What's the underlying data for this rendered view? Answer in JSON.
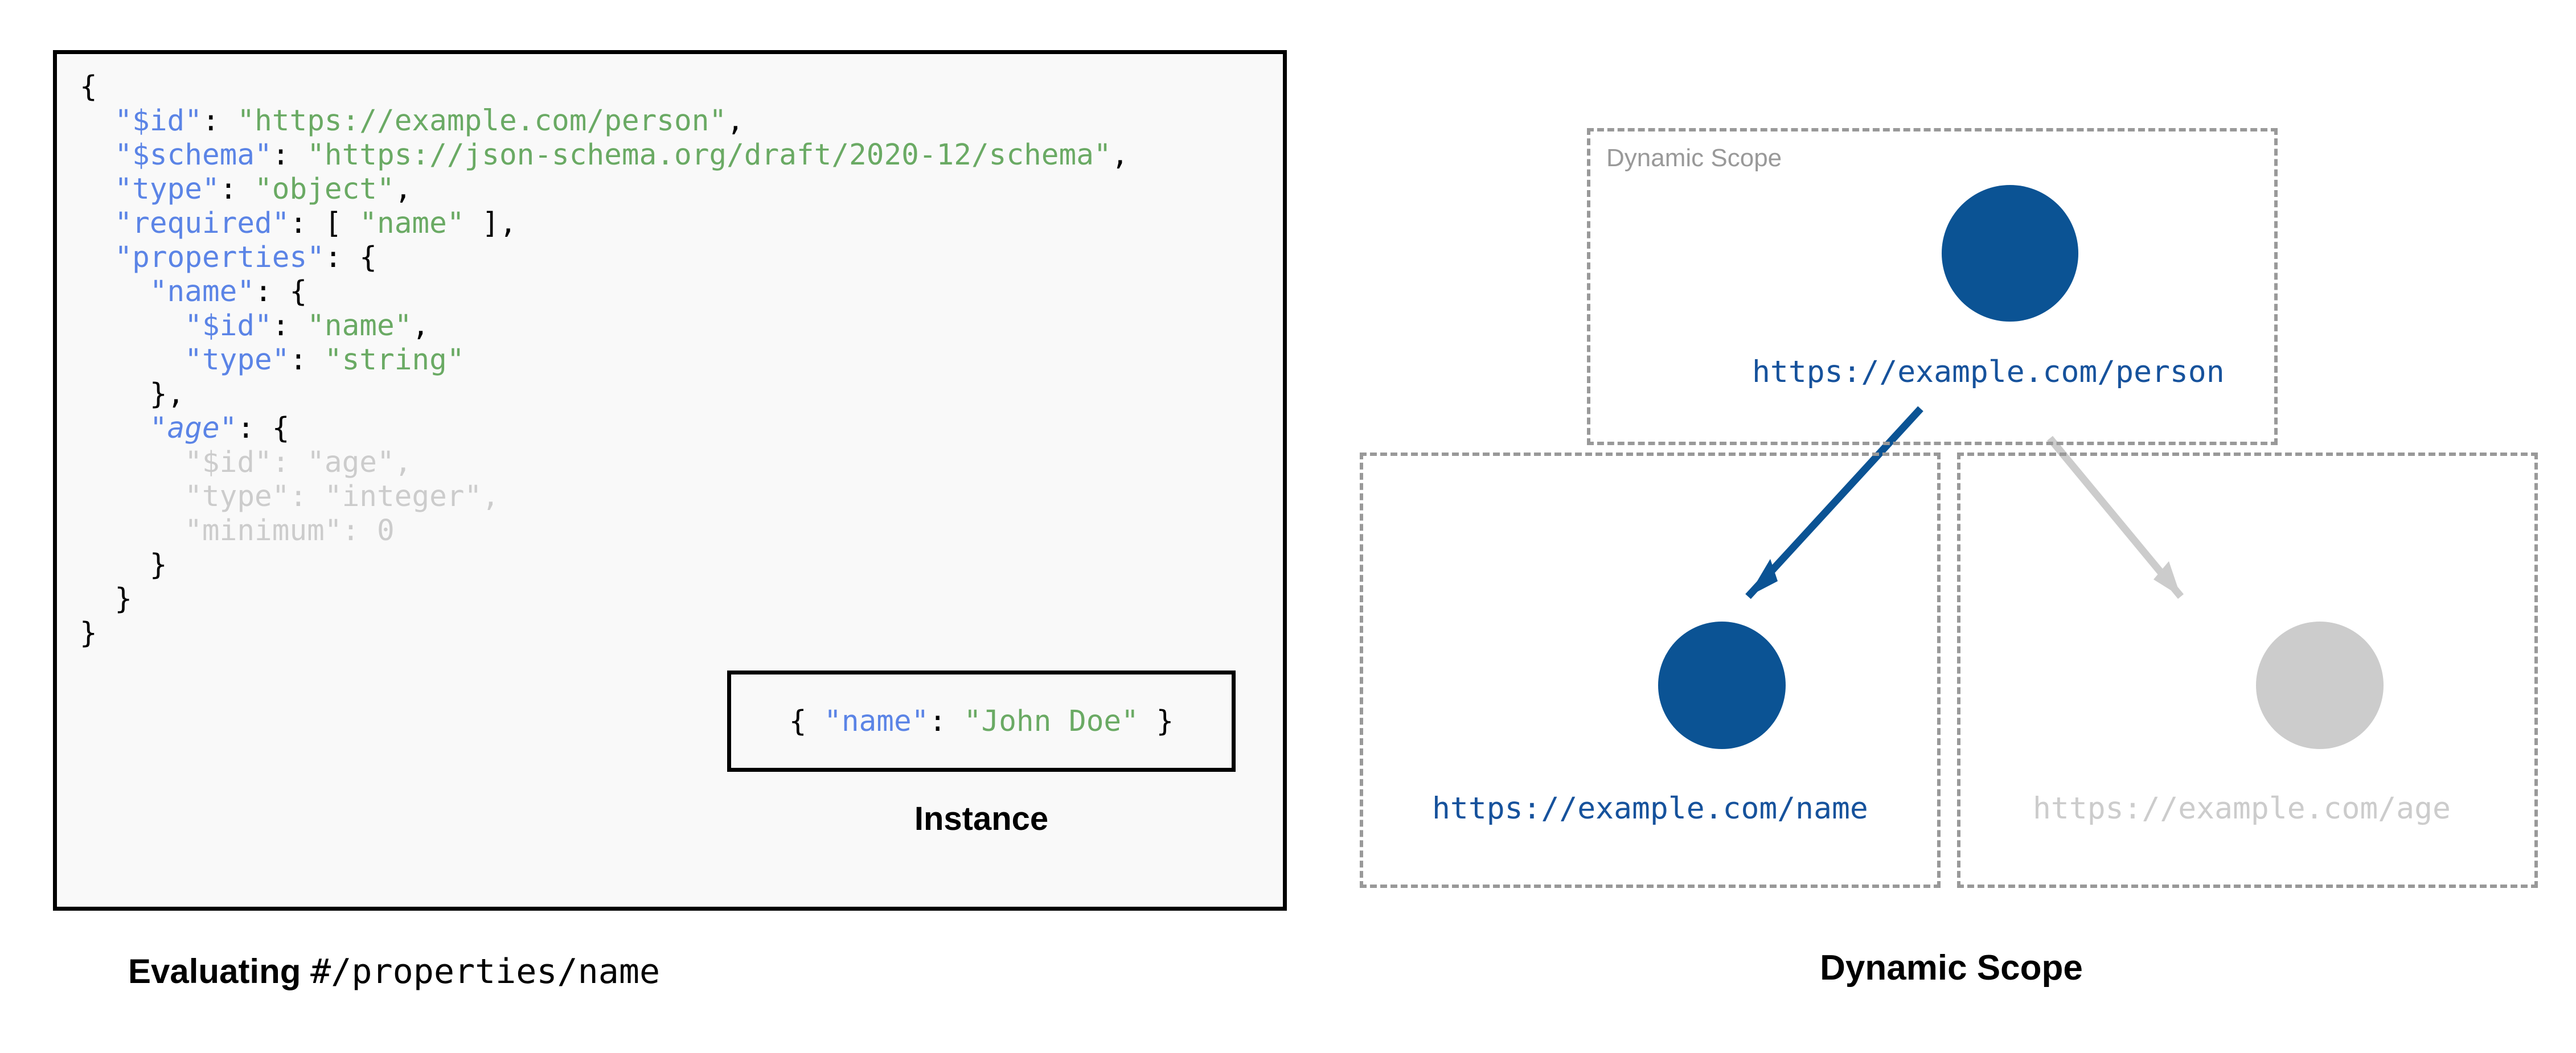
{
  "schema_code": {
    "lines": [
      [
        {
          "t": "{",
          "c": "p"
        }
      ],
      [
        {
          "t": "  ",
          "c": "p"
        },
        {
          "t": "\"$id\"",
          "c": "k"
        },
        {
          "t": ": ",
          "c": "p"
        },
        {
          "t": "\"https://example.com/person\"",
          "c": "s"
        },
        {
          "t": ",",
          "c": "p"
        }
      ],
      [
        {
          "t": "  ",
          "c": "p"
        },
        {
          "t": "\"$schema\"",
          "c": "k"
        },
        {
          "t": ": ",
          "c": "p"
        },
        {
          "t": "\"https://json-schema.org/draft/2020-12/schema\"",
          "c": "s"
        },
        {
          "t": ",",
          "c": "p"
        }
      ],
      [
        {
          "t": "  ",
          "c": "p"
        },
        {
          "t": "\"type\"",
          "c": "k"
        },
        {
          "t": ": ",
          "c": "p"
        },
        {
          "t": "\"object\"",
          "c": "s"
        },
        {
          "t": ",",
          "c": "p"
        }
      ],
      [
        {
          "t": "  ",
          "c": "p"
        },
        {
          "t": "\"required\"",
          "c": "k"
        },
        {
          "t": ": [ ",
          "c": "p"
        },
        {
          "t": "\"name\"",
          "c": "s"
        },
        {
          "t": " ],",
          "c": "p"
        }
      ],
      [
        {
          "t": "  ",
          "c": "p"
        },
        {
          "t": "\"properties\"",
          "c": "k"
        },
        {
          "t": ": {",
          "c": "p"
        }
      ],
      [
        {
          "t": "    ",
          "c": "p"
        },
        {
          "t": "\"name\"",
          "c": "k"
        },
        {
          "t": ": {",
          "c": "p"
        }
      ],
      [
        {
          "t": "      ",
          "c": "p"
        },
        {
          "t": "\"$id\"",
          "c": "k"
        },
        {
          "t": ": ",
          "c": "p"
        },
        {
          "t": "\"name\"",
          "c": "s"
        },
        {
          "t": ",",
          "c": "p"
        }
      ],
      [
        {
          "t": "      ",
          "c": "p"
        },
        {
          "t": "\"type\"",
          "c": "k"
        },
        {
          "t": ": ",
          "c": "p"
        },
        {
          "t": "\"string\"",
          "c": "s"
        }
      ],
      [
        {
          "t": "    },",
          "c": "p"
        }
      ],
      [
        {
          "t": "    ",
          "c": "p"
        },
        {
          "t": "\"age\"",
          "c": "k ital"
        },
        {
          "t": ": {",
          "c": "p"
        }
      ],
      [
        {
          "t": "      \"$id\": \"age\",",
          "c": "dim"
        }
      ],
      [
        {
          "t": "      \"type\": \"integer\",",
          "c": "dim"
        }
      ],
      [
        {
          "t": "      \"minimum\": 0",
          "c": "dim"
        }
      ],
      [
        {
          "t": "    }",
          "c": "p"
        }
      ],
      [
        {
          "t": "  }",
          "c": "p"
        }
      ],
      [
        {
          "t": "}",
          "c": "p"
        }
      ]
    ]
  },
  "instance": {
    "code_parts": [
      {
        "t": "{ ",
        "c": "p"
      },
      {
        "t": "\"name\"",
        "c": "k"
      },
      {
        "t": ": ",
        "c": "p"
      },
      {
        "t": "\"John Doe\"",
        "c": "s"
      },
      {
        "t": " }",
        "c": "p"
      }
    ],
    "caption": "Instance"
  },
  "left_caption": {
    "bold_part": "Evaluating ",
    "mono_part": "#/properties/name"
  },
  "diagram": {
    "scope_label": "Dynamic Scope",
    "caption": "Dynamic Scope",
    "nodes": [
      {
        "id": "person",
        "label": "https://example.com/person",
        "state": "active",
        "color": "#0B5394"
      },
      {
        "id": "name",
        "label": "https://example.com/name",
        "state": "active",
        "color": "#0B5394"
      },
      {
        "id": "age",
        "label": "https://example.com/age",
        "state": "inactive",
        "color": "#CCCCCC"
      }
    ],
    "edges": [
      {
        "from": "person",
        "to": "name",
        "state": "active",
        "color": "#0B5394"
      },
      {
        "from": "person",
        "to": "age",
        "state": "inactive",
        "color": "#CCCCCC"
      }
    ]
  },
  "colors": {
    "json_key": "#5B84E6",
    "json_string": "#6AAA64",
    "dimmed": "#CCCCCC",
    "node_blue": "#0B5394",
    "label_blue": "#16529C",
    "dash_gray": "#999999",
    "code_bg": "#F9F9F9",
    "border_black": "#000000"
  }
}
